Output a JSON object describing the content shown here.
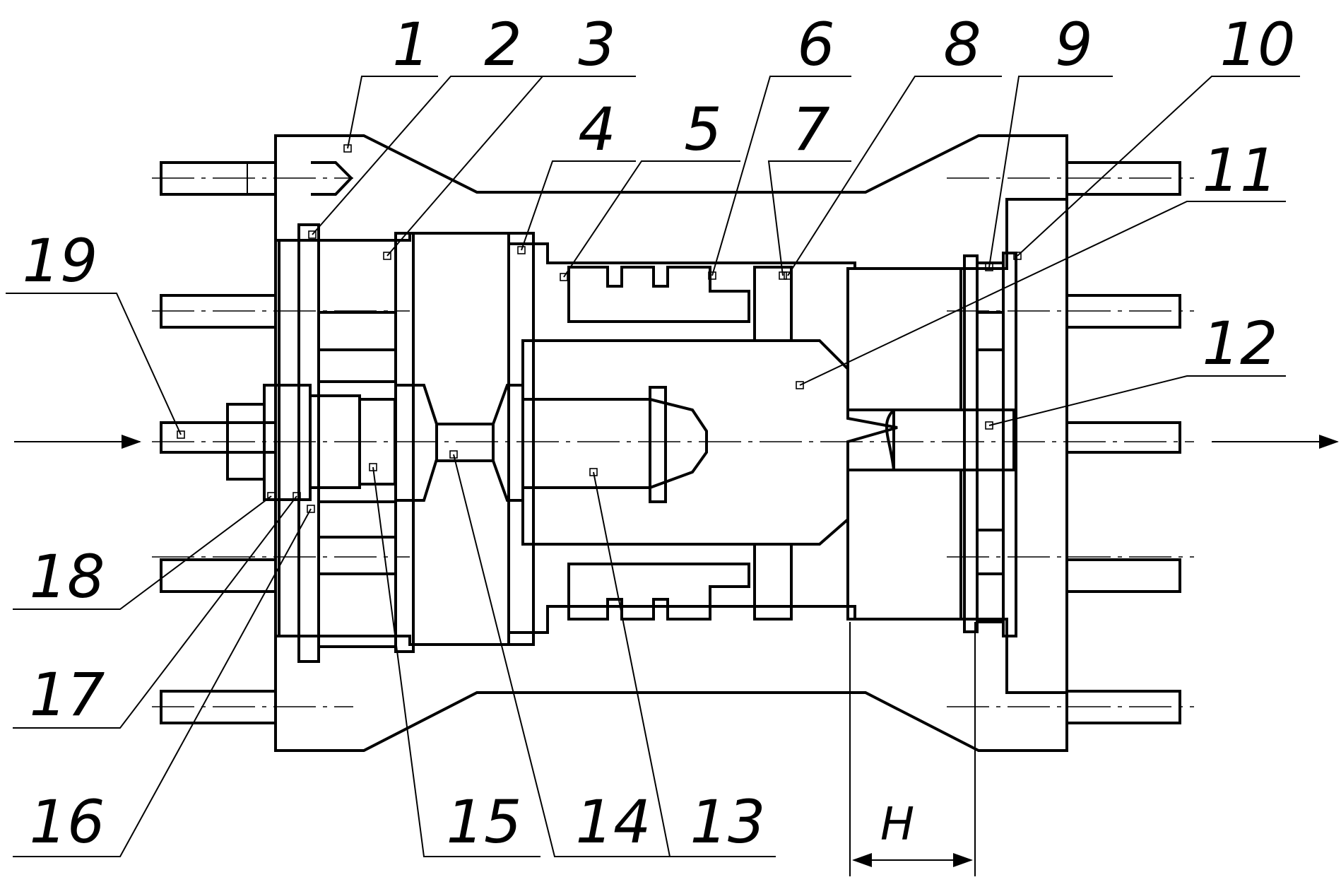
{
  "leaders": [
    {
      "label": "1"
    },
    {
      "label": "2"
    },
    {
      "label": "3"
    },
    {
      "label": "4"
    },
    {
      "label": "5"
    },
    {
      "label": "6"
    },
    {
      "label": "7"
    },
    {
      "label": "8"
    },
    {
      "label": "9"
    },
    {
      "label": "10"
    },
    {
      "label": "11"
    },
    {
      "label": "12"
    },
    {
      "label": "13"
    },
    {
      "label": "14"
    },
    {
      "label": "15"
    },
    {
      "label": "16"
    },
    {
      "label": "17"
    },
    {
      "label": "18"
    },
    {
      "label": "19"
    }
  ],
  "dimension": {
    "label": "H"
  },
  "flow": {
    "inlet": "arrow-right",
    "outlet": "arrow-right"
  }
}
